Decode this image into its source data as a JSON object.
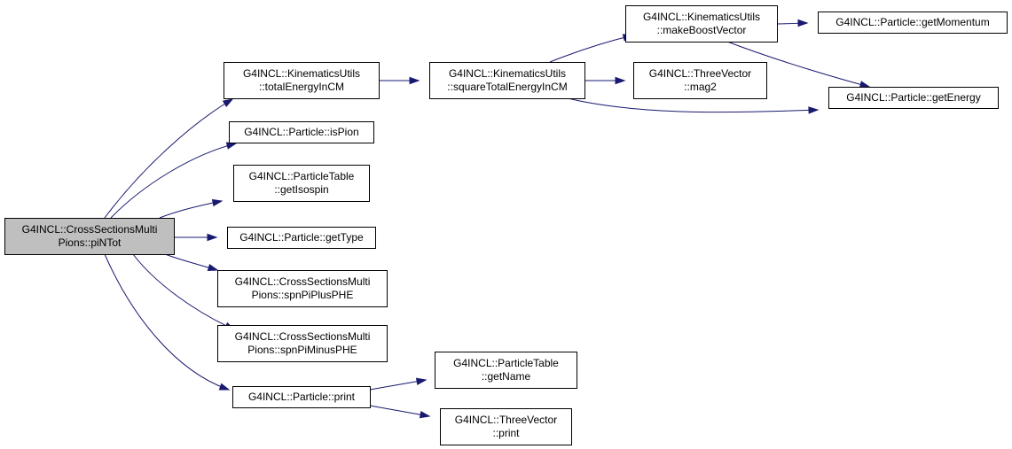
{
  "colors": {
    "node_fill": "#ffffff",
    "root_fill": "#bfbfbf",
    "node_border": "#000000",
    "edge": "#191970"
  },
  "nodes": [
    {
      "id": "root",
      "lines": [
        "G4INCL::CrossSectionsMulti",
        "Pions::piNTot"
      ],
      "root": true
    },
    {
      "id": "totalEnergyInCM",
      "lines": [
        "G4INCL::KinematicsUtils",
        "::totalEnergyInCM"
      ]
    },
    {
      "id": "isPion",
      "lines": [
        "G4INCL::Particle::isPion"
      ]
    },
    {
      "id": "getIsospin",
      "lines": [
        "G4INCL::ParticleTable",
        "::getIsospin"
      ]
    },
    {
      "id": "getType",
      "lines": [
        "G4INCL::Particle::getType"
      ]
    },
    {
      "id": "spnPiPlusPHE",
      "lines": [
        "G4INCL::CrossSectionsMulti",
        "Pions::spnPiPlusPHE"
      ]
    },
    {
      "id": "spnPiMinusPHE",
      "lines": [
        "G4INCL::CrossSectionsMulti",
        "Pions::spnPiMinusPHE"
      ]
    },
    {
      "id": "print",
      "lines": [
        "G4INCL::Particle::print"
      ]
    },
    {
      "id": "squareTotalEnergyInCM",
      "lines": [
        "G4INCL::KinematicsUtils",
        "::squareTotalEnergyInCM"
      ]
    },
    {
      "id": "getName",
      "lines": [
        "G4INCL::ParticleTable",
        "::getName"
      ]
    },
    {
      "id": "tvPrint",
      "lines": [
        "G4INCL::ThreeVector",
        "::print"
      ]
    },
    {
      "id": "makeBoostVector",
      "lines": [
        "G4INCL::KinematicsUtils",
        "::makeBoostVector"
      ]
    },
    {
      "id": "mag2",
      "lines": [
        "G4INCL::ThreeVector",
        "::mag2"
      ]
    },
    {
      "id": "getMomentum",
      "lines": [
        "G4INCL::Particle::getMomentum"
      ]
    },
    {
      "id": "getEnergy",
      "lines": [
        "G4INCL::Particle::getEnergy"
      ]
    }
  ],
  "edges": [
    {
      "from": "root",
      "to": "totalEnergyInCM"
    },
    {
      "from": "root",
      "to": "isPion"
    },
    {
      "from": "root",
      "to": "getIsospin"
    },
    {
      "from": "root",
      "to": "getType"
    },
    {
      "from": "root",
      "to": "spnPiPlusPHE"
    },
    {
      "from": "root",
      "to": "spnPiMinusPHE"
    },
    {
      "from": "root",
      "to": "print"
    },
    {
      "from": "totalEnergyInCM",
      "to": "squareTotalEnergyInCM"
    },
    {
      "from": "squareTotalEnergyInCM",
      "to": "makeBoostVector"
    },
    {
      "from": "squareTotalEnergyInCM",
      "to": "mag2"
    },
    {
      "from": "squareTotalEnergyInCM",
      "to": "getEnergy"
    },
    {
      "from": "makeBoostVector",
      "to": "getMomentum"
    },
    {
      "from": "makeBoostVector",
      "to": "getEnergy"
    },
    {
      "from": "print",
      "to": "getName"
    },
    {
      "from": "print",
      "to": "tvPrint"
    }
  ]
}
